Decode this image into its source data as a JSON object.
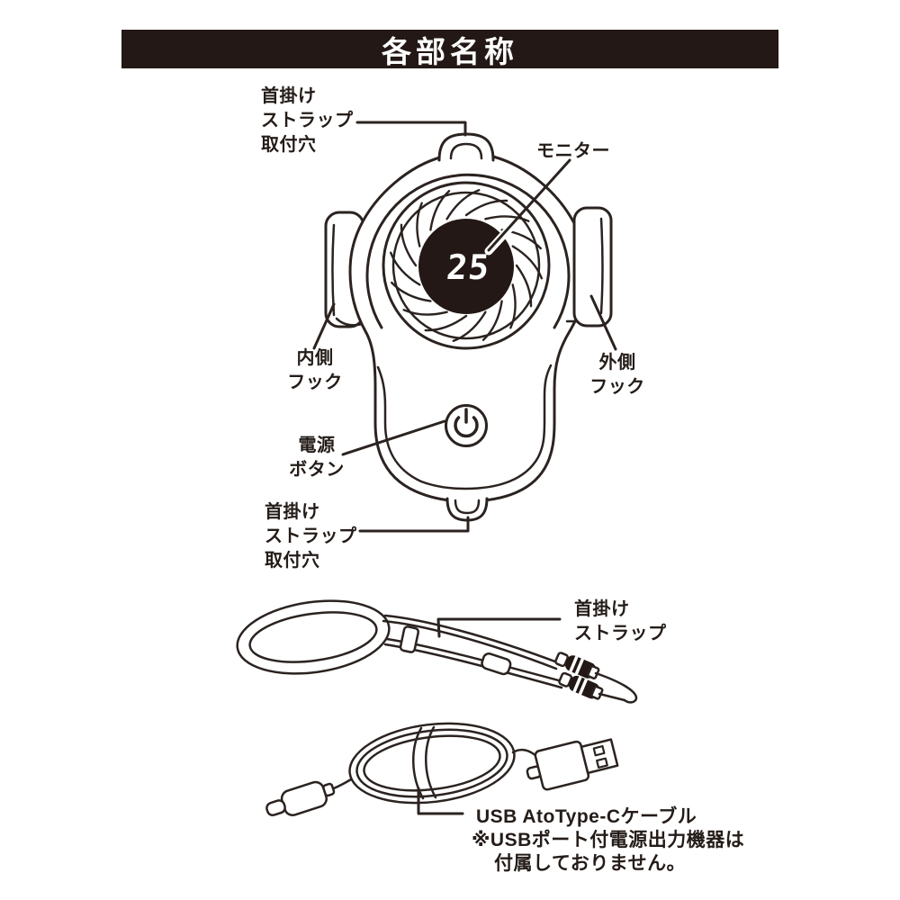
{
  "header": {
    "title": "各部名称"
  },
  "device": {
    "display_value": "25",
    "power_icon": "power-symbol",
    "monitor_bg": "#231815",
    "monitor_fg": "#ffffff"
  },
  "labels": {
    "strap_hole_top": "首掛け\nストラップ\n取付穴",
    "monitor": "モニター",
    "inner_hook": "内側\nフック",
    "outer_hook": "外側\nフック",
    "power_button": "電源\nボタン",
    "strap_hole_bottom": "首掛け\nストラップ\n取付穴",
    "neck_strap": "首掛け\nストラップ",
    "usb_cable": "USB AtoType-Cケーブル",
    "usb_note_line1": "※USBポート付電源出力機器は",
    "usb_note_line2": "付属しておりません。"
  },
  "colors": {
    "line": "#2b2320",
    "header_bg": "#231815",
    "header_fg": "#ffffff"
  }
}
